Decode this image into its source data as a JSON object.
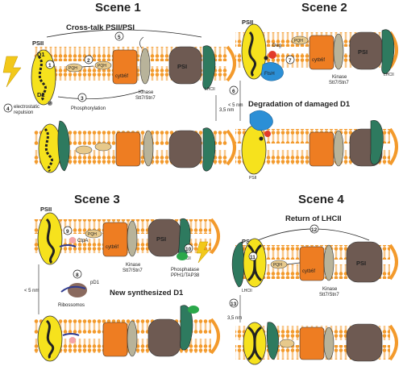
{
  "scenes": [
    {
      "title": "Scene 1",
      "caption": "Cross-talk PSII/PSI",
      "labels": {
        "psii": "PSII",
        "d1": "D1",
        "d2": "D2",
        "pqh_a": "PQH",
        "pqh_b": "PQH",
        "cytb6f": "cytb6f",
        "kinase": "Kinase",
        "kinase_sub": "Stt7/Stn7",
        "psi": "PSI",
        "lhcii": "LHCII",
        "electro": "electrostatic",
        "repulsion": "repulsion",
        "phos": "Phosphorylation",
        "dist": "3,5 nm",
        "p": "P"
      },
      "steps": [
        "1",
        "2",
        "3",
        "4",
        "5"
      ]
    },
    {
      "title": "Scene 2",
      "caption": "Degradation of damaged D1",
      "labels": {
        "psii": "PSII",
        "deg": "Deg",
        "ftsh": "FtsH",
        "pqh": "PQH",
        "cytb6f": "cytb6f",
        "kinase": "Kinase",
        "kinase_sub": "Stt7/Stn7",
        "psi": "PSI",
        "lhcii": "LHCII",
        "dist": "< 5 nm",
        "psii_bottom": "PSII"
      },
      "steps": [
        "6",
        "7"
      ]
    },
    {
      "title": "Scene 3",
      "caption": "New synthesized D1",
      "labels": {
        "psii": "PSII",
        "ctpa": "CtpA",
        "pqh": "PQH",
        "cytb6f": "cytb6f",
        "kinase": "Kinase",
        "kinase_sub": "Stt7/Stn7",
        "psi": "PSI",
        "lhcii": "LHCII",
        "phosphatase": "Phosphatase",
        "phosphatase_sub": "PPH1/TAP38",
        "pd1": "pD1",
        "ribo": "Ribossomos",
        "dist": "< 5 nm"
      },
      "steps": [
        "8",
        "9",
        "10"
      ]
    },
    {
      "title": "Scene 4",
      "caption": "Return of LHCII",
      "labels": {
        "psii": "PSII",
        "pqh": "PQH",
        "cytb6f": "cytb6f",
        "kinase": "Kinase",
        "kinase_sub": "Stt7/Stn7",
        "psi": "PSI",
        "lhcii": "LHCII",
        "dist": "3,5 nm"
      },
      "steps": [
        "11",
        "12",
        "13"
      ]
    }
  ],
  "colors": {
    "membrane": "#f39a2c",
    "psii": "#f6e21d",
    "cytb6f": "#ee7d22",
    "kinase": "#b8b39a",
    "psi": "#6e5a52",
    "lhcii": "#2e7a5f",
    "ftsh": "#2b8fd6",
    "phosphatase": "#2aa84a",
    "ribo": "#8a6a5e",
    "bolt": "#f2c81a",
    "pd1": "#2f3b8f",
    "pqh": "#e7c98b",
    "deg": "#e23a2a"
  }
}
